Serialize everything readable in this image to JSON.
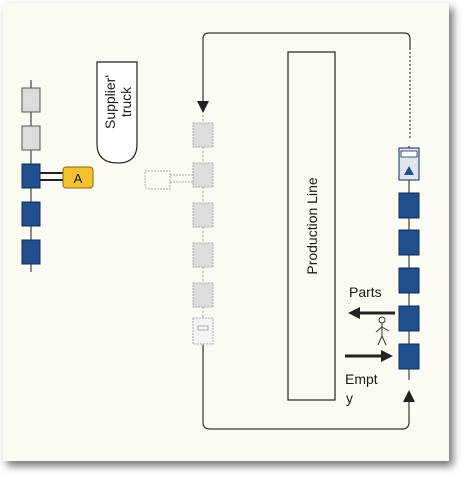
{
  "labels": {
    "production_line": "Production Line",
    "supplier_truck_line1": "Supplier'",
    "supplier_truck_line2": "truck",
    "station_a": "A",
    "parts": "Parts",
    "empty_line1": "Empt",
    "empty_line2": "y"
  },
  "left_column": {
    "containers": [
      "empty",
      "empty",
      "full",
      "full",
      "full"
    ]
  },
  "middle_column": {
    "containers": [
      "empty",
      "empty",
      "empty",
      "empty",
      "empty",
      "empty"
    ]
  },
  "right_column": {
    "containers": [
      "full",
      "full",
      "full",
      "full",
      "full"
    ]
  },
  "colors": {
    "full_container": "#1f4f8c",
    "empty_container": "#dcdcdc",
    "station_a": "#f2c12e",
    "background": "#fbfbf3",
    "line": "#222222"
  }
}
